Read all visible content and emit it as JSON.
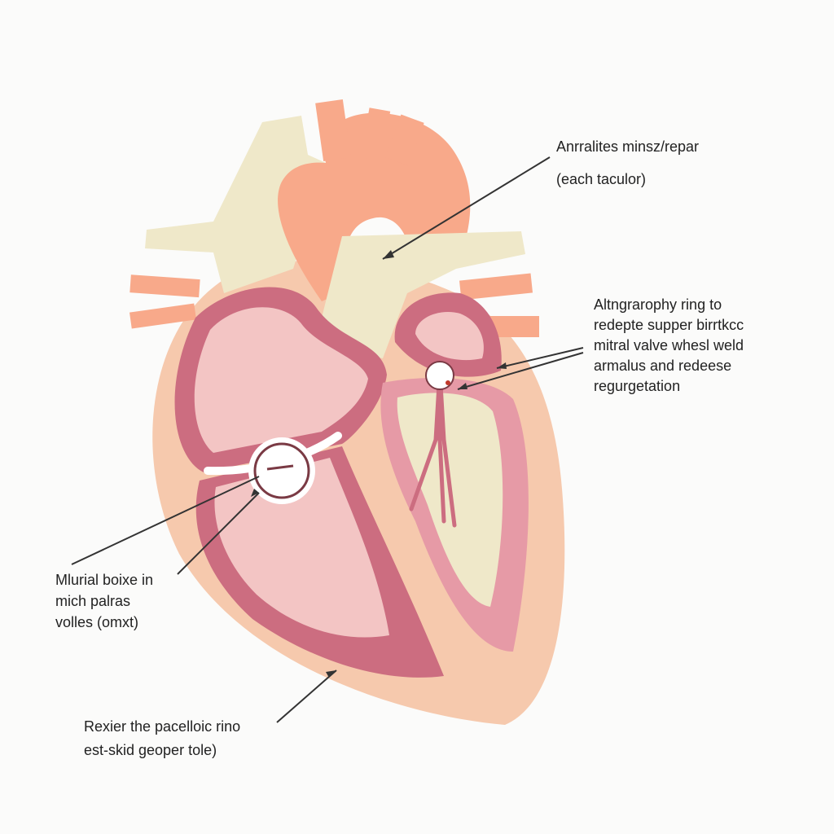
{
  "palette": {
    "background": "#fbfbfa",
    "vessel_orange": "#f8a98a",
    "vessel_cream": "#efe8c9",
    "heart_outer": "#f6c9ad",
    "chamber_rim": "#cc6d80",
    "chamber_fill": "#f3c5c4",
    "pointer_line": "#333333"
  },
  "annotations": {
    "top_right": {
      "lines": [
        "Anrralites minsz/repar",
        "(each taculor)"
      ]
    },
    "right": {
      "lines": [
        "Altngrarophу ring to",
        "redepte supper birrtkcc",
        "mitral valve whesl weld",
        "armalus and redeese",
        "regurgetation"
      ]
    },
    "left": {
      "lines": [
        "Mlurial boixe in",
        "mich palras",
        "volles (omxt)"
      ]
    },
    "bottom": {
      "lines": [
        "Rexier the pacelloic rino",
        "est-skid geoper tole)"
      ]
    }
  }
}
